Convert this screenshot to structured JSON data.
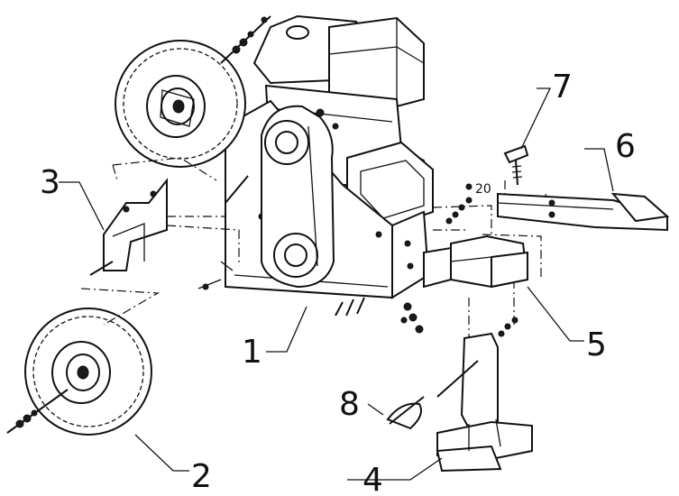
{
  "diagram": {
    "callouts": [
      {
        "id": "c1",
        "text": "1"
      },
      {
        "id": "c2",
        "text": "2"
      },
      {
        "id": "c3",
        "text": "3"
      },
      {
        "id": "c4",
        "text": "4"
      },
      {
        "id": "c5",
        "text": "5"
      },
      {
        "id": "c6",
        "text": "6"
      },
      {
        "id": "c7",
        "text": "7"
      },
      {
        "id": "c8",
        "text": "8"
      }
    ],
    "small_label": "20"
  }
}
